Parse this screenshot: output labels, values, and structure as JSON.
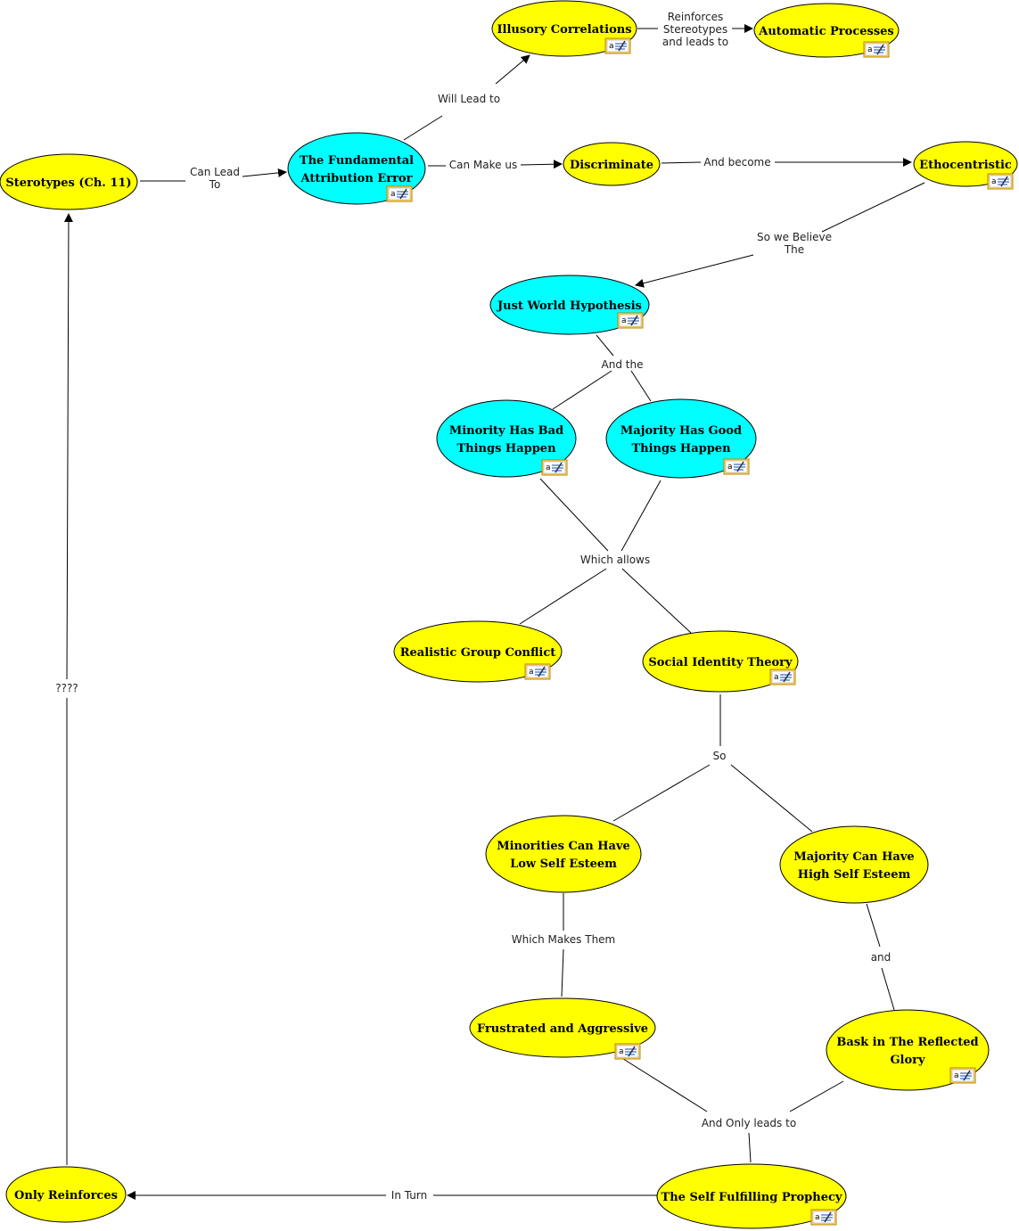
{
  "colors": {
    "concept_yellow": "#ffff00",
    "concept_cyan": "#00ffff",
    "line": "#000000"
  },
  "concepts": {
    "stereotypes": {
      "lines": [
        "Sterotypes (Ch. 11)"
      ],
      "fill": "yellow",
      "has_note_icon": false
    },
    "fae": {
      "lines": [
        "The Fundamental",
        "Attribution Error"
      ],
      "fill": "cyan",
      "has_note_icon": true
    },
    "illusory": {
      "lines": [
        "Illusory Correlations"
      ],
      "fill": "yellow",
      "has_note_icon": true
    },
    "automatic": {
      "lines": [
        "Automatic Processes"
      ],
      "fill": "yellow",
      "has_note_icon": true
    },
    "discriminate": {
      "lines": [
        "Discriminate"
      ],
      "fill": "yellow",
      "has_note_icon": false
    },
    "ethnocentric": {
      "lines": [
        "Ethocentristic"
      ],
      "fill": "yellow",
      "has_note_icon": true
    },
    "justworld": {
      "lines": [
        "Just World Hypothesis"
      ],
      "fill": "cyan",
      "has_note_icon": true
    },
    "minority_bad": {
      "lines": [
        "Minority Has Bad",
        "Things Happen"
      ],
      "fill": "cyan",
      "has_note_icon": true
    },
    "majority_good": {
      "lines": [
        "Majority Has Good",
        "Things Happen"
      ],
      "fill": "cyan",
      "has_note_icon": true
    },
    "realistic": {
      "lines": [
        "Realistic Group Conflict"
      ],
      "fill": "yellow",
      "has_note_icon": true
    },
    "social_identity": {
      "lines": [
        "Social Identity Theory"
      ],
      "fill": "yellow",
      "has_note_icon": true
    },
    "minorities_low": {
      "lines": [
        "Minorities Can Have",
        "Low Self Esteem"
      ],
      "fill": "yellow",
      "has_note_icon": false
    },
    "majority_high": {
      "lines": [
        "Majority Can Have",
        "High Self Esteem"
      ],
      "fill": "yellow",
      "has_note_icon": false
    },
    "frustrated": {
      "lines": [
        "Frustrated and Aggressive"
      ],
      "fill": "yellow",
      "has_note_icon": true
    },
    "bask": {
      "lines": [
        "Bask in The Reflected",
        "Glory"
      ],
      "fill": "yellow",
      "has_note_icon": true
    },
    "prophecy": {
      "lines": [
        "The Self Fulfilling Prophecy"
      ],
      "fill": "yellow",
      "has_note_icon": true
    },
    "only_reinforces": {
      "lines": [
        "Only Reinforces"
      ],
      "fill": "yellow",
      "has_note_icon": false
    }
  },
  "links": {
    "can_lead_to": {
      "lines": [
        "Can Lead",
        "To"
      ]
    },
    "will_lead_to": {
      "lines": [
        "Will Lead to"
      ]
    },
    "reinforces": {
      "lines": [
        "Reinforces",
        "Stereotypes",
        "and leads to"
      ]
    },
    "can_make_us": {
      "lines": [
        "Can Make us"
      ]
    },
    "and_become": {
      "lines": [
        "And become"
      ]
    },
    "so_we_believe": {
      "lines": [
        "So we Believe",
        "The"
      ]
    },
    "and_the": {
      "lines": [
        "And the"
      ]
    },
    "which_allows": {
      "lines": [
        "Which allows"
      ]
    },
    "so": {
      "lines": [
        "So"
      ]
    },
    "which_makes_them": {
      "lines": [
        "Which Makes Them"
      ]
    },
    "and": {
      "lines": [
        "and"
      ]
    },
    "and_only_leads_to": {
      "lines": [
        "And Only leads to"
      ]
    },
    "in_turn": {
      "lines": [
        "In Turn"
      ]
    },
    "question": {
      "lines": [
        "????"
      ]
    }
  }
}
